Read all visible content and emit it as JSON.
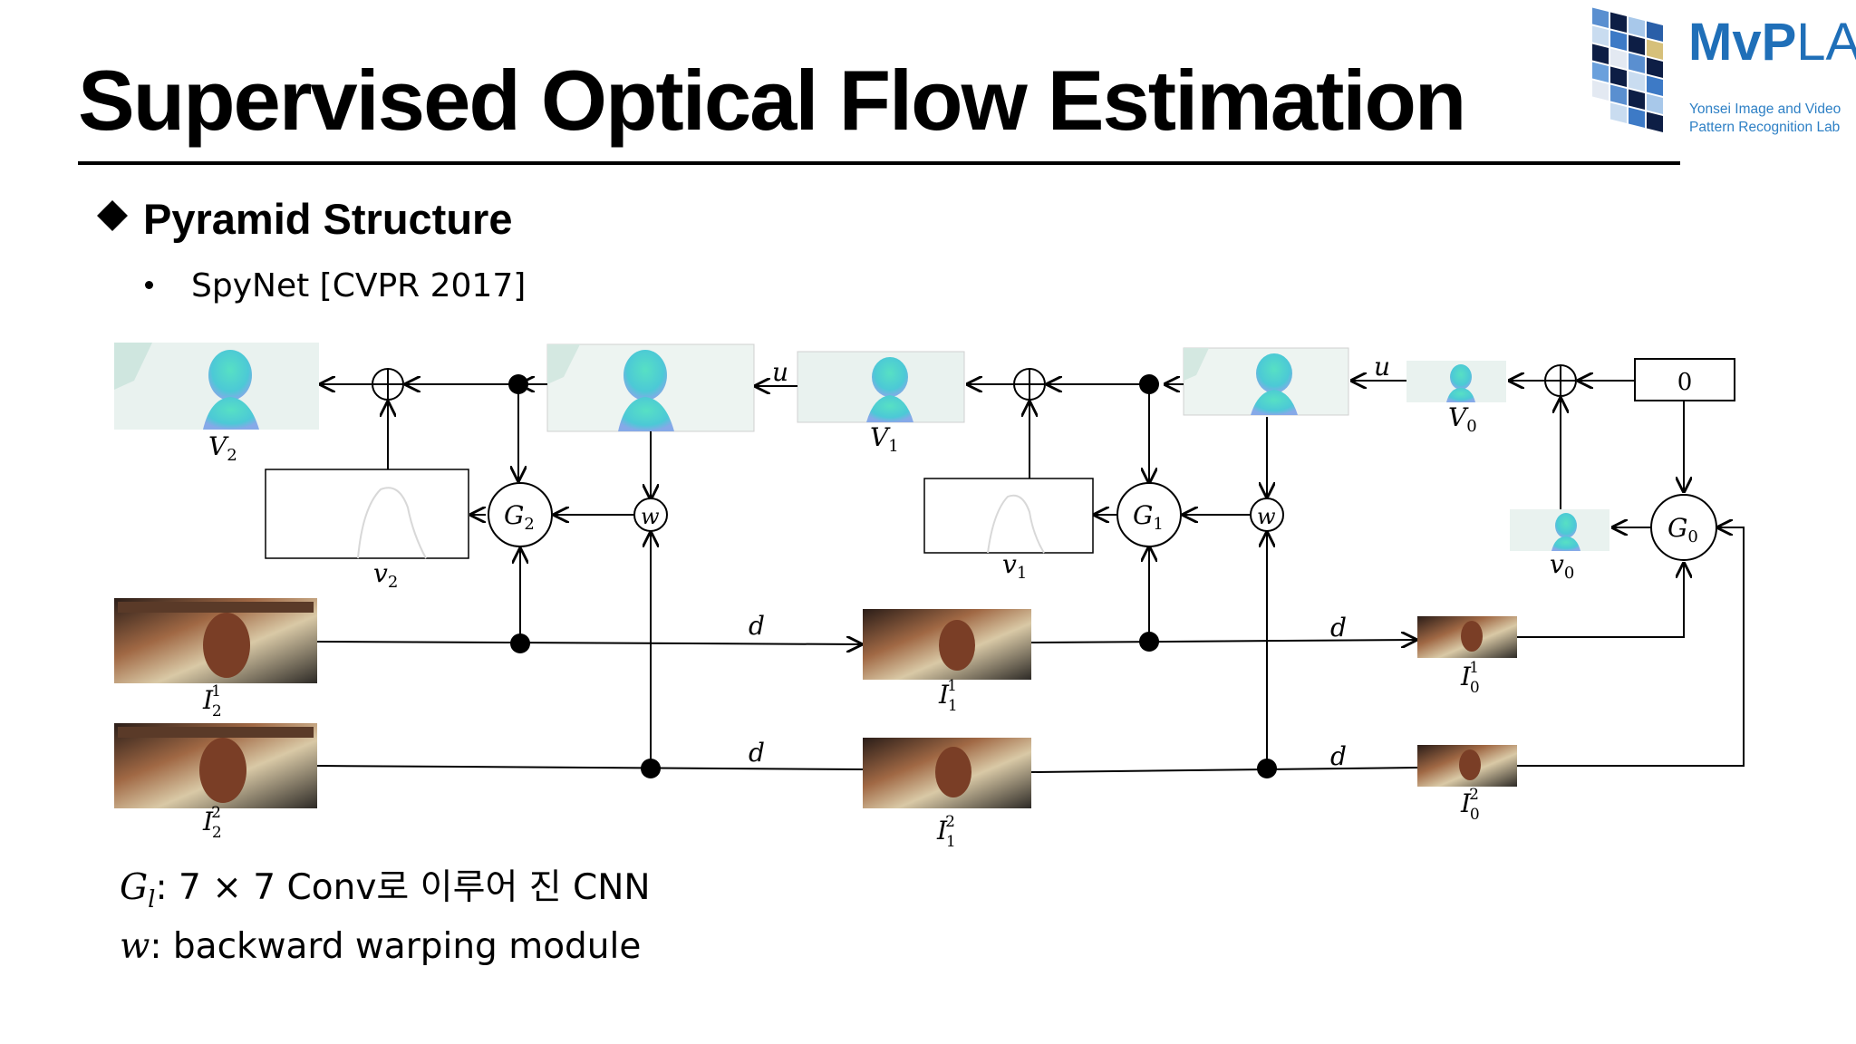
{
  "slide": {
    "title": "Supervised Optical Flow Estimation",
    "section": "Pyramid Structure",
    "bullet": "SpyNet [CVPR 2017]"
  },
  "logo": {
    "name_part1": "MvP",
    "name_part2": "LAB",
    "subtitle_line1": "Yonsei Image and Video",
    "subtitle_line2": "Pattern Recognition Lab"
  },
  "notes": {
    "line1_symbol": "G",
    "line1_sub": "l",
    "line1_text": ": 7 × 7 Conv로 이루어 진 CNN",
    "line2_symbol": "w",
    "line2_text": ": backward warping module"
  },
  "diagram": {
    "labels": {
      "V2": "V",
      "V2_sub": "2",
      "V1": "V",
      "V1_sub": "1",
      "V0": "V",
      "V0_sub": "0",
      "v2": "v",
      "v2_sub": "2",
      "v1": "v",
      "v1_sub": "1",
      "v0": "v",
      "v0_sub": "0",
      "G2": "G",
      "G2_sub": "2",
      "G1": "G",
      "G1_sub": "1",
      "G0": "G",
      "G0_sub": "0",
      "w": "w",
      "u": "u",
      "d": "d",
      "zero": "0",
      "I": "I",
      "I21_sub": "2",
      "I21_sup": "1",
      "I22_sub": "2",
      "I22_sup": "2",
      "I11_sub": "1",
      "I11_sup": "1",
      "I12_sub": "1",
      "I12_sup": "2",
      "I01_sub": "0",
      "I01_sup": "1",
      "I02_sub": "0",
      "I02_sup": "2"
    },
    "colors": {
      "flow_bg": "#e9f2ef",
      "flow_blob": "#4fd8c0",
      "flow_blob2": "#7ab8e8",
      "frame_dark": "#3a2a22",
      "frame_mid": "#8a5a3a",
      "frame_light": "#d8c8a8"
    }
  }
}
